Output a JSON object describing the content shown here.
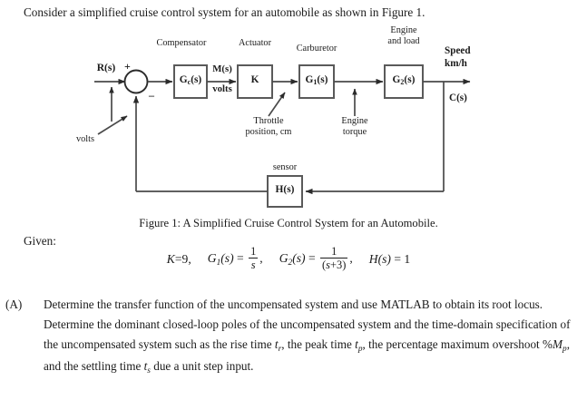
{
  "intro": {
    "text": "Consider a simplified cruise control system for an automobile as shown in Figure 1."
  },
  "figure": {
    "caption": "Figure 1: A Simplified Cruise Control System for an Automobile.",
    "input_label": "R(s)",
    "plus_sign": "+",
    "minus_sign": "–",
    "input_units": "volts",
    "blocks": [
      {
        "title": "Compensator",
        "label": "G",
        "sub": "c",
        "tail": "(s)"
      },
      {
        "title": "Actuator",
        "label": "K",
        "sub": "",
        "tail": ""
      },
      {
        "title": "Carburetor",
        "label": "G",
        "sub": "1",
        "tail": "(s)"
      },
      {
        "title": "Engine\nand load",
        "label": "G",
        "sub": "2",
        "tail": "(s)"
      },
      {
        "title": "sensor",
        "label": "H",
        "sub": "",
        "tail": "(s)"
      }
    ],
    "engine_title_line1": "Engine",
    "engine_title_line2": "and load",
    "compensator_title": "Compensator",
    "actuator_title": "Actuator",
    "carburetor_title": "Carburetor",
    "sensor_title": "sensor",
    "signal_ms": "M(s)",
    "signal_ms_units": "volts",
    "throttle_line1": "Throttle",
    "throttle_line2": "position, cm",
    "engine_torque_line1": "Engine",
    "engine_torque_line2": "torque",
    "speed_line1": "Speed",
    "speed_line2": "km/h",
    "output_label": "C(s)"
  },
  "given": {
    "label": "Given:",
    "K_lhs": "K",
    "K_eq": "=",
    "K_value": "9",
    "comma": ",",
    "G1_lhs": "G",
    "G1_sub": "1",
    "G1_args": "(s)",
    "G1_num": "1",
    "G1_den": "s",
    "G2_lhs": "G",
    "G2_sub": "2",
    "G2_args": "(s)",
    "G2_num": "1",
    "G2_den_open": "(",
    "G2_den_var": "s",
    "G2_den_plus": "+",
    "G2_den_num": "3",
    "G2_den_close": ")",
    "H_lhs": "H",
    "H_args": "(s)",
    "H_value": "1"
  },
  "question": {
    "label": "(A)",
    "part1": "Determine the transfer function of the uncompensated system and use MATLAB to obtain its root locus. Determine the dominant closed-loop poles of the uncompensated system and the time-domain specification of the uncompensated system such as the rise time ",
    "tr": "t",
    "tr_sub": "r",
    "part2": ", the peak time ",
    "tp": "t",
    "tp_sub": "p",
    "part3": ", the percentage maximum overshoot %",
    "mp": "M",
    "mp_sub": "p",
    "part4": ", and the settling time ",
    "ts": "t",
    "ts_sub": "s",
    "part5": " due a unit step input."
  },
  "colors": {
    "text": "#1b1b1b",
    "line": "#3a3a3a",
    "background": "#ffffff"
  }
}
